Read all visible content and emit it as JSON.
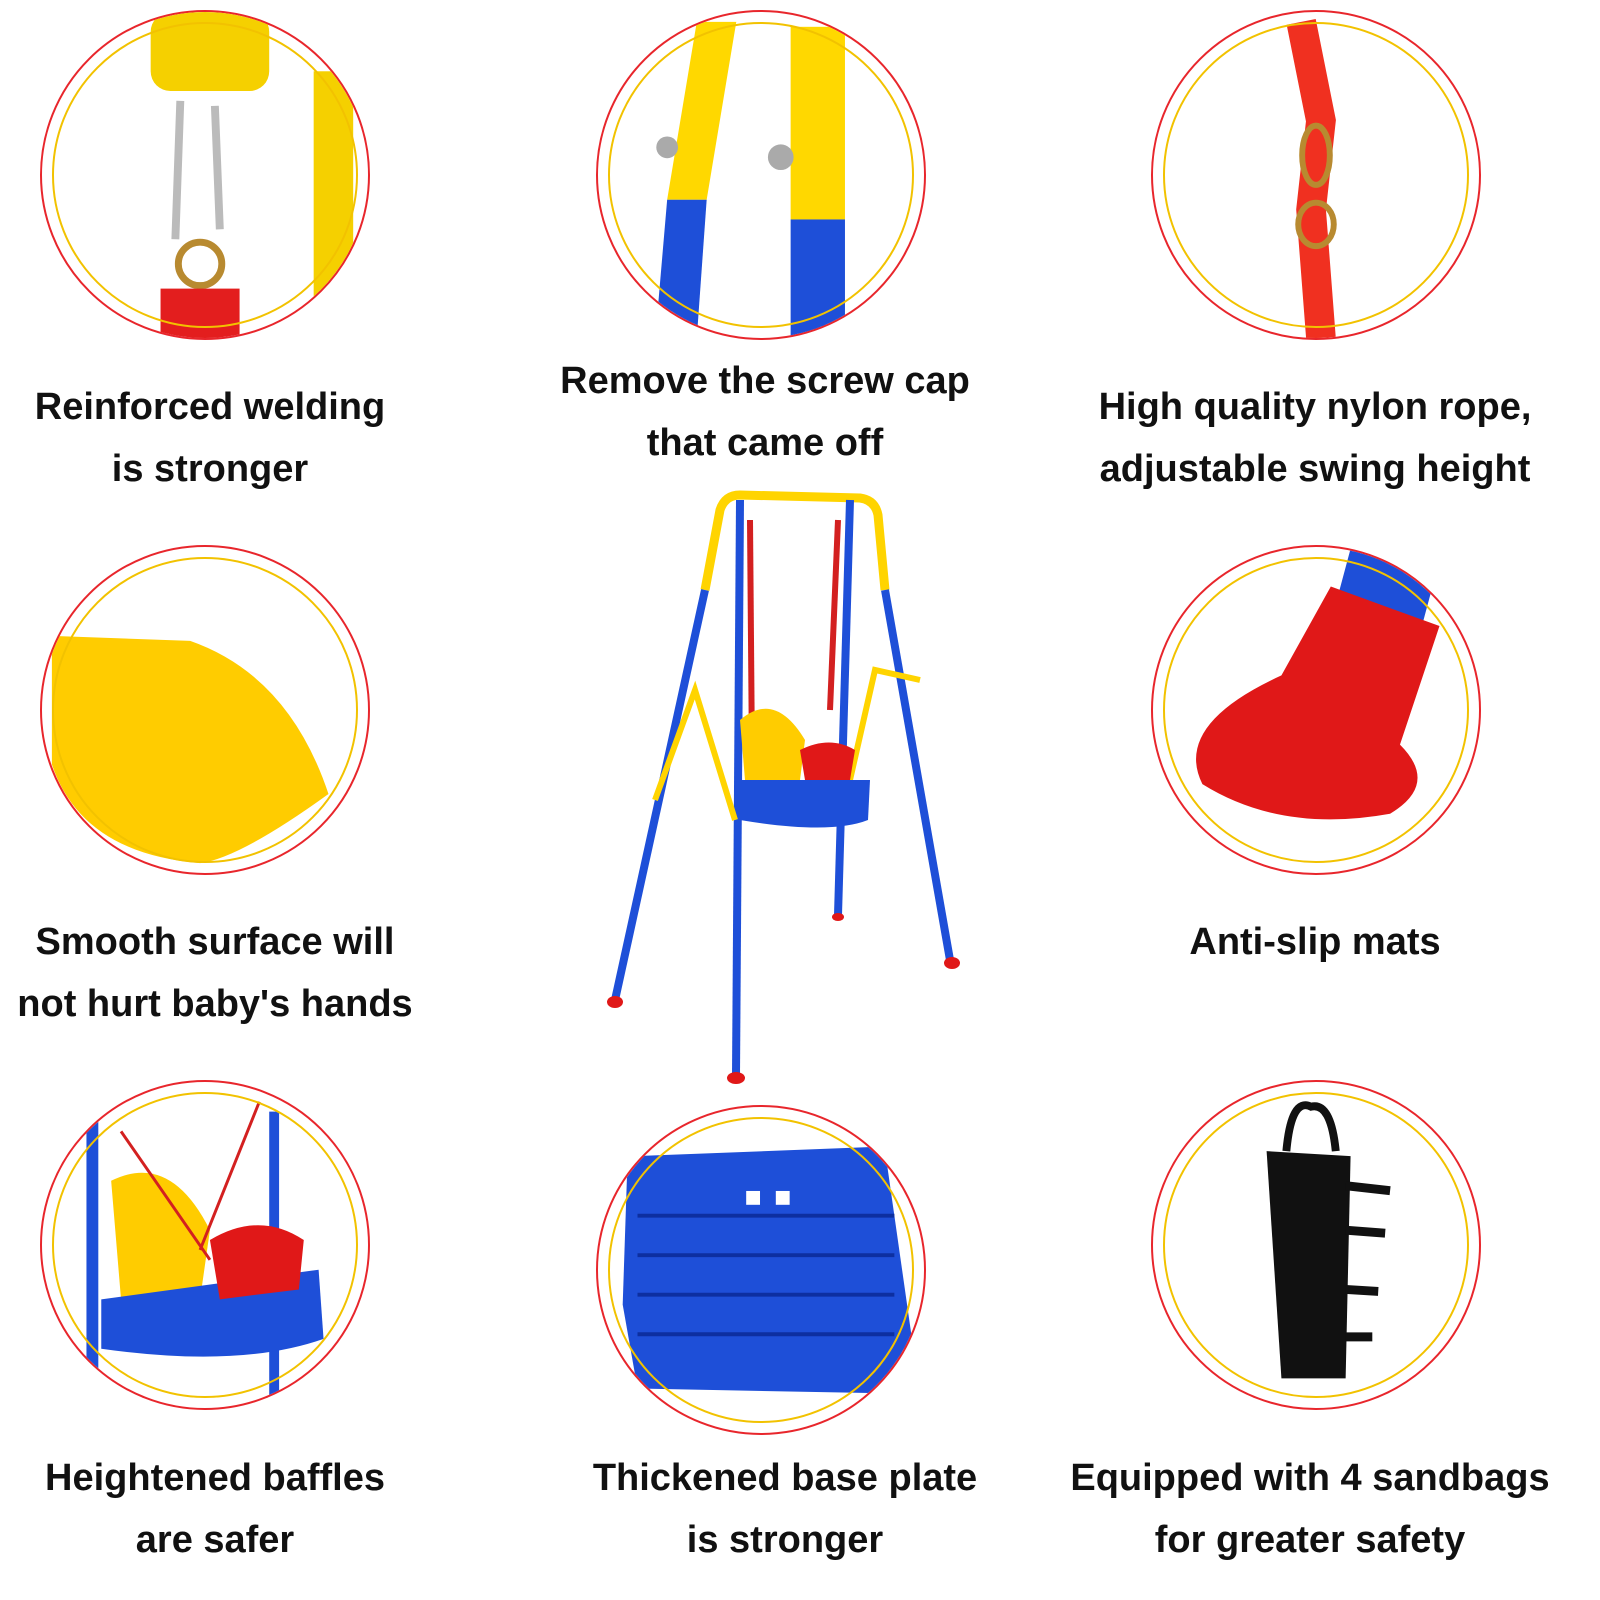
{
  "features": [
    {
      "id": "welding",
      "lines": [
        "Reinforced welding",
        "is stronger"
      ]
    },
    {
      "id": "screw-cap",
      "lines": [
        "Remove the screw cap",
        "that came off"
      ]
    },
    {
      "id": "rope",
      "lines": [
        "High quality nylon rope,",
        "adjustable swing height"
      ]
    },
    {
      "id": "surface",
      "lines": [
        "Smooth surface will",
        "not hurt baby's hands"
      ]
    },
    {
      "id": "mats",
      "lines": [
        "Anti-slip mats"
      ]
    },
    {
      "id": "baffles",
      "lines": [
        "Heightened baffles",
        "are safer"
      ]
    },
    {
      "id": "base-plate",
      "lines": [
        "Thickened base plate",
        "is stronger"
      ]
    },
    {
      "id": "sandbags",
      "lines": [
        "Equipped with 4 sandbags",
        "for greater safety"
      ]
    }
  ],
  "colors": {
    "outer_ring": "#e8262c",
    "inner_ring": "#f2c200",
    "yellow": "#ffd400",
    "blue": "#1e4fd8",
    "red": "#e31e1e"
  }
}
